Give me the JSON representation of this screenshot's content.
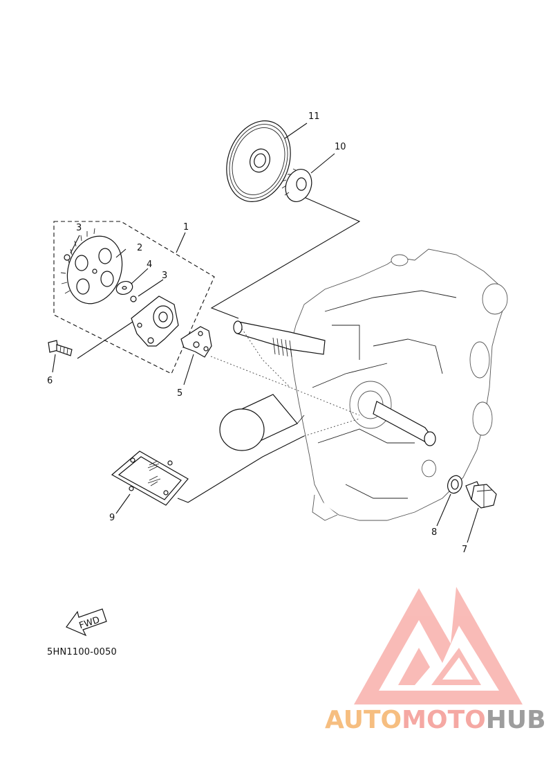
{
  "diagram": {
    "callouts": [
      {
        "id": "1",
        "label": "1"
      },
      {
        "id": "2",
        "label": "2"
      },
      {
        "id": "3a",
        "label": "3"
      },
      {
        "id": "3b",
        "label": "3"
      },
      {
        "id": "4",
        "label": "4"
      },
      {
        "id": "5",
        "label": "5"
      },
      {
        "id": "6",
        "label": "6"
      },
      {
        "id": "7",
        "label": "7"
      },
      {
        "id": "8",
        "label": "8"
      },
      {
        "id": "9",
        "label": "9"
      },
      {
        "id": "10",
        "label": "10"
      },
      {
        "id": "11",
        "label": "11"
      }
    ],
    "fwd_label": "FWD",
    "diagram_code": "5HN1100-0050"
  },
  "watermark": {
    "part1": "AUTO",
    "part2": "MOTO",
    "part3": "HUB",
    "colors": {
      "auto": "#f5b36b",
      "moto": "#f49a93",
      "hub": "#8d8d8d",
      "logo": "#f7a5a0"
    }
  }
}
